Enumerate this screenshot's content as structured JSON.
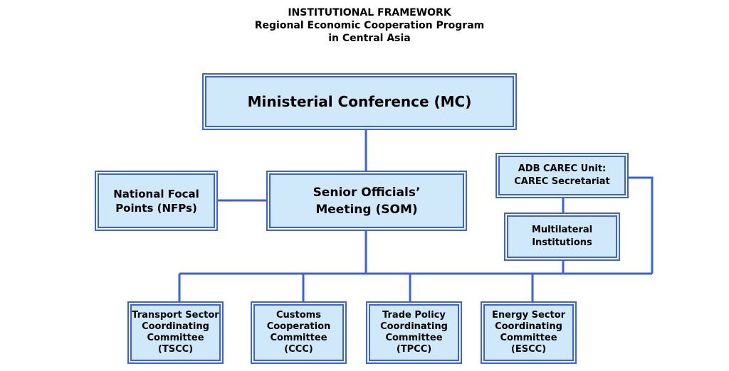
{
  "title": {
    "line1": "INSTITUTIONAL FRAMEWORK",
    "line2": "Regional Economic Cooperation Program",
    "line3": "in Central Asia"
  },
  "nodes": {
    "mc": {
      "line1": "Ministerial Conference (MC)"
    },
    "som": {
      "line1": "Senior Officials’",
      "line2": "Meeting (SOM)"
    },
    "nfp": {
      "line1": "National Focal",
      "line2": "Points (NFPs)"
    },
    "adb": {
      "line1": "ADB CAREC Unit:",
      "line2": "CAREC Secretariat"
    },
    "mli": {
      "line1": "Multilateral",
      "line2": "Institutions"
    },
    "tscc": {
      "line1": "Transport Sector",
      "line2": "Coordinating",
      "line3": "Committee",
      "line4": "(TSCC)"
    },
    "ccc": {
      "line1": "Customs",
      "line2": "Cooperation",
      "line3": "Committee",
      "line4": "(CCC)"
    },
    "tpcc": {
      "line1": "Trade Policy",
      "line2": "Coordinating",
      "line3": "Committee",
      "line4": "(TPCC)"
    },
    "escc": {
      "line1": "Energy Sector",
      "line2": "Coordinating",
      "line3": "Committee",
      "line4": "(ESCC)"
    }
  },
  "colors": {
    "box_fill": "#cfe8fa",
    "border": "#3a63d8",
    "connector": "#3a63d8"
  }
}
